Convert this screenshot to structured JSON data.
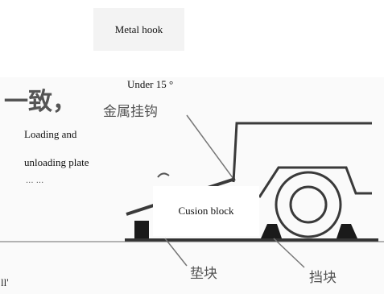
{
  "labels": {
    "metal_hook": "Metal hook",
    "angle": "Under 15 °",
    "loading_line1": "Loading and",
    "loading_line2": "unloading plate",
    "cusion_block": "Cusion block"
  },
  "original_chinese": {
    "top_fragment": "一致，",
    "metal_hook": "金属挂钩",
    "cushion": "垫块",
    "stopper": "挡块"
  },
  "edge_mark": "ll'",
  "colors": {
    "background": "#ffffff",
    "label_box": "#f3f3f3",
    "line": "#3a3a3a",
    "block": "#1a1a1a",
    "divider": "#6a6a6a"
  }
}
